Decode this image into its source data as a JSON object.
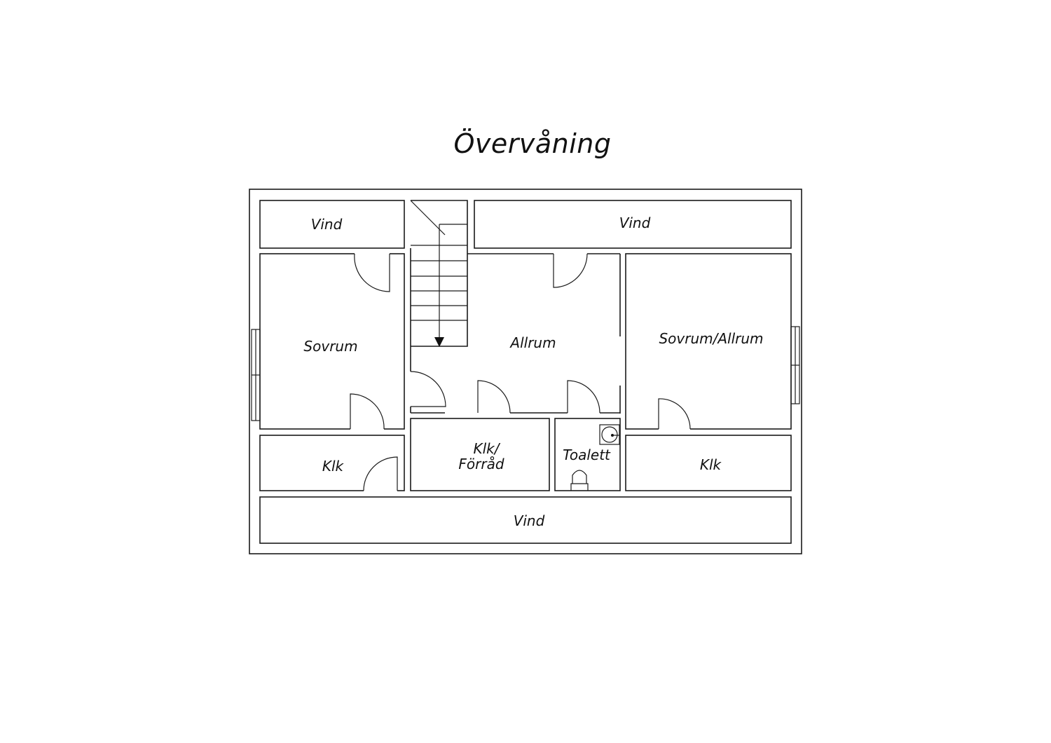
{
  "title": "Övervåning",
  "rooms": {
    "vind_top_left": "Vind",
    "vind_top_right": "Vind",
    "vind_bottom": "Vind",
    "sovrum": "Sovrum",
    "allrum": "Allrum",
    "sovrum_allrum": "Sovrum/Allrum",
    "klk_left": "Klk",
    "klk_forrad_line1": "Klk/",
    "klk_forrad_line2": "Förråd",
    "toalett": "Toalett",
    "klk_right": "Klk"
  },
  "symbols": {
    "stair": "stair-down-arrow-icon",
    "sink": "sink-icon",
    "toilet": "toilet-icon",
    "door": "door-swing-icon",
    "window": "window-icon"
  }
}
